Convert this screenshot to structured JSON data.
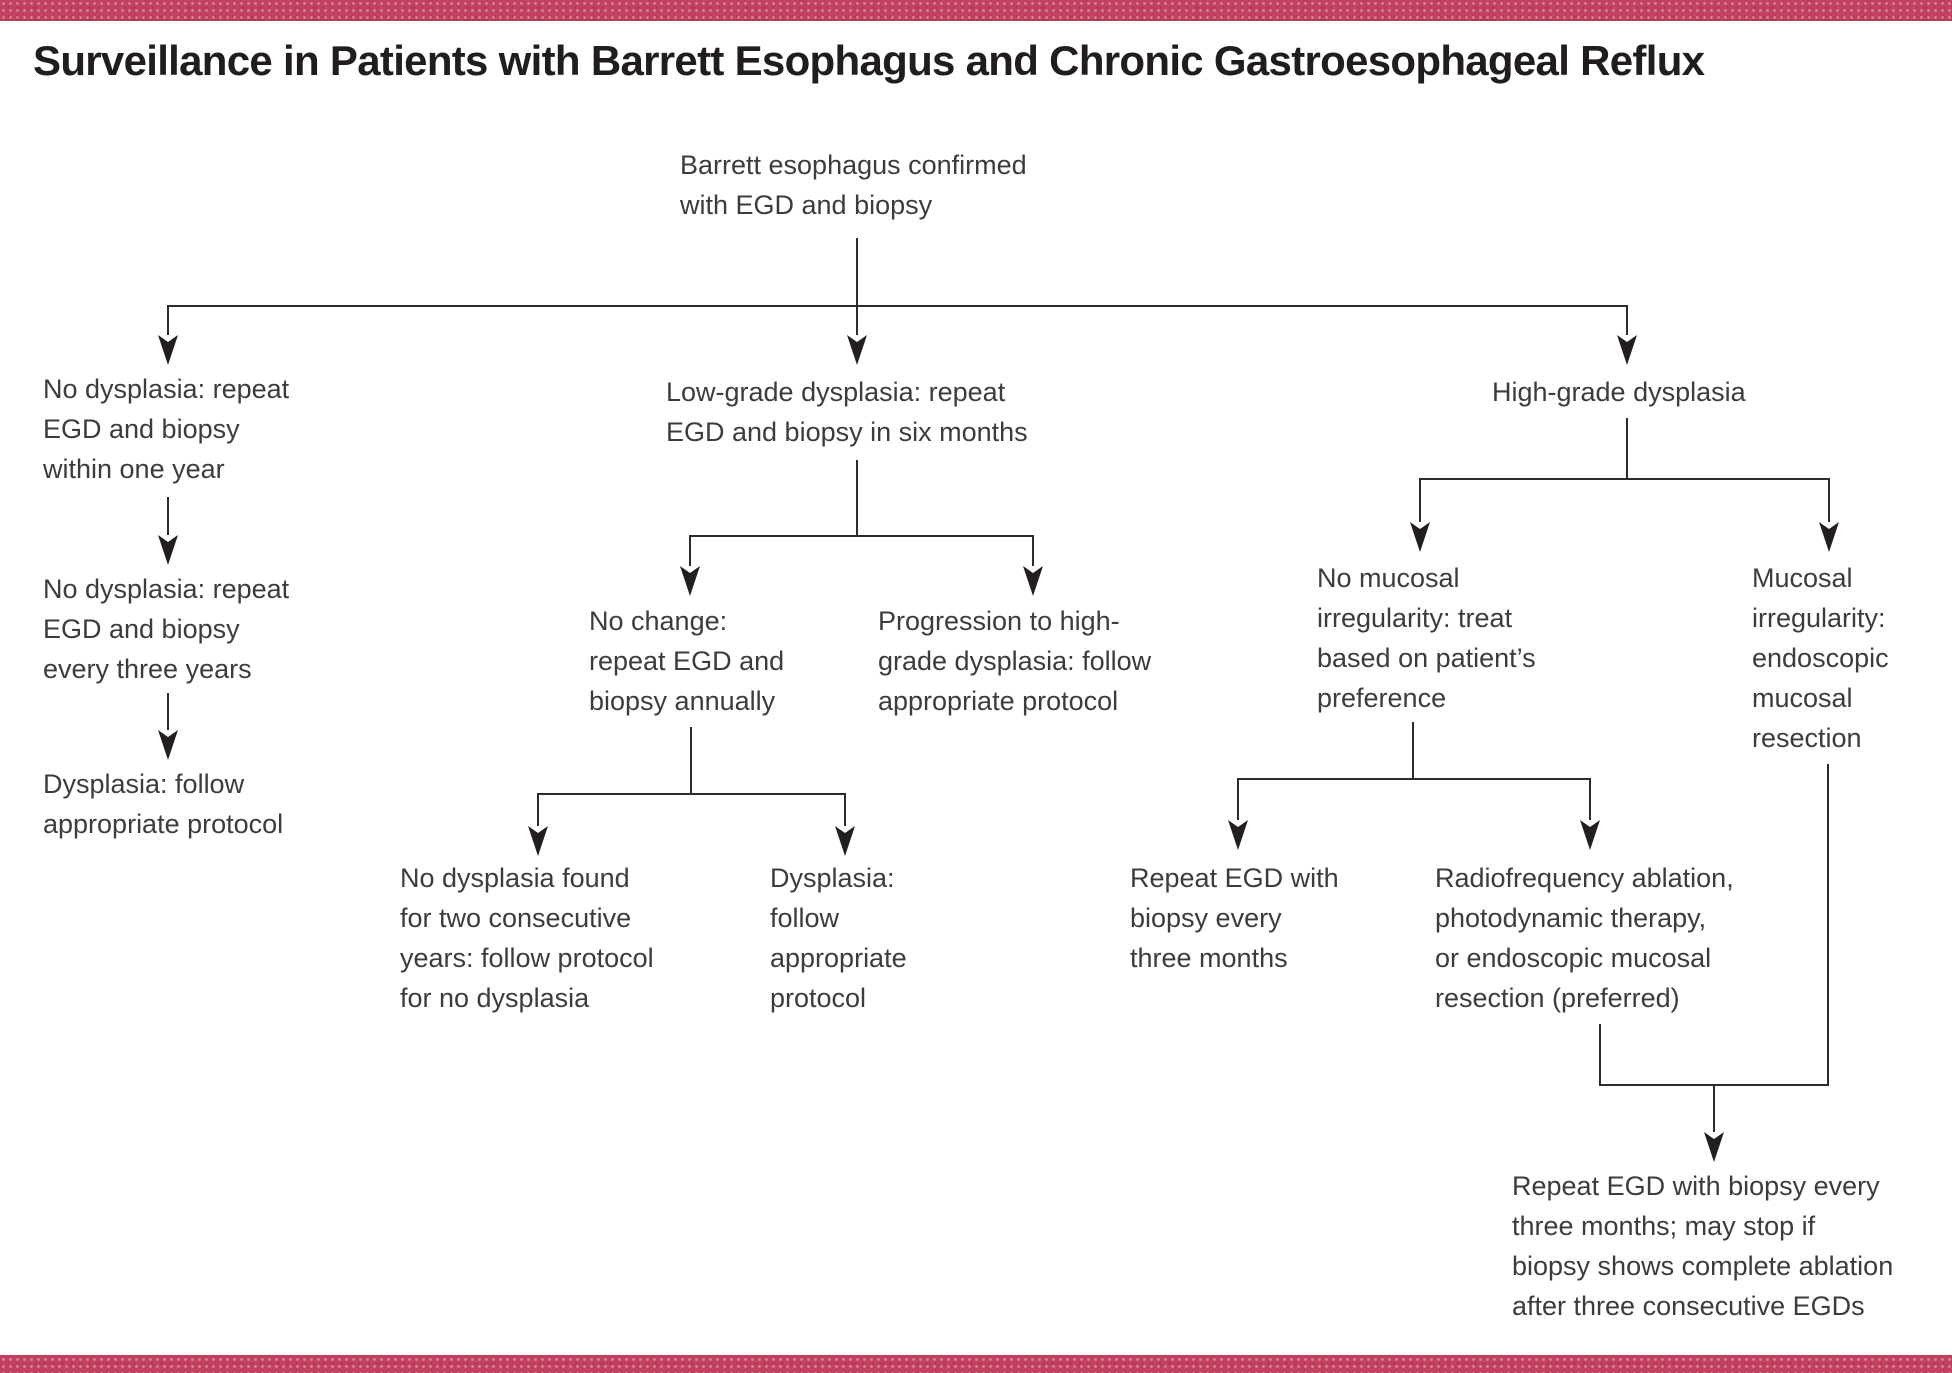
{
  "page": {
    "title": "Surveillance in Patients with Barrett Esophagus and Chronic Gastroesophageal Reflux",
    "accent_color": "#c44063",
    "line_color": "#2c2c2e",
    "text_color": "#3c3c3d"
  },
  "flowchart": {
    "root": {
      "label": "Barrett esophagus confirmed\nwith EGD and biopsy"
    },
    "no_dysplasia_branch": {
      "step_one_year": {
        "label": "No dysplasia: repeat\nEGD and biopsy\nwithin one year"
      },
      "step_three_years": {
        "label": "No dysplasia: repeat\nEGD and biopsy\nevery three years"
      },
      "step_dysplasia": {
        "label": "Dysplasia: follow\nappropriate protocol"
      }
    },
    "low_grade_branch": {
      "root": {
        "label": "Low-grade dysplasia: repeat\nEGD and biopsy in six months"
      },
      "no_change": {
        "label": "No change:\nrepeat EGD and\nbiopsy annually"
      },
      "progression": {
        "label": "Progression to high-\ngrade dysplasia: follow\nappropriate protocol"
      },
      "no_dysplasia_two_years": {
        "label": "No dysplasia found\nfor two consecutive\nyears: follow protocol\nfor no dysplasia"
      },
      "dysplasia": {
        "label": "Dysplasia:\nfollow\nappropriate\nprotocol"
      }
    },
    "high_grade_branch": {
      "root": {
        "label": "High-grade dysplasia"
      },
      "no_mucosal_irregularity": {
        "label": "No mucosal\nirregularity: treat\nbased on patient’s\npreference"
      },
      "mucosal_irregularity": {
        "label": "Mucosal\nirregularity:\nendoscopic\nmucosal\nresection"
      },
      "repeat_egd_three_months": {
        "label": "Repeat EGD with\nbiopsy every\nthree months"
      },
      "ablation_options": {
        "label": "Radiofrequency ablation,\nphotodynamic therapy,\nor endoscopic mucosal\nresection (preferred)"
      },
      "post_treatment_surveillance": {
        "label": "Repeat EGD with biopsy every\nthree months; may stop if\nbiopsy shows complete ablation\nafter three consecutive EGDs"
      }
    }
  }
}
